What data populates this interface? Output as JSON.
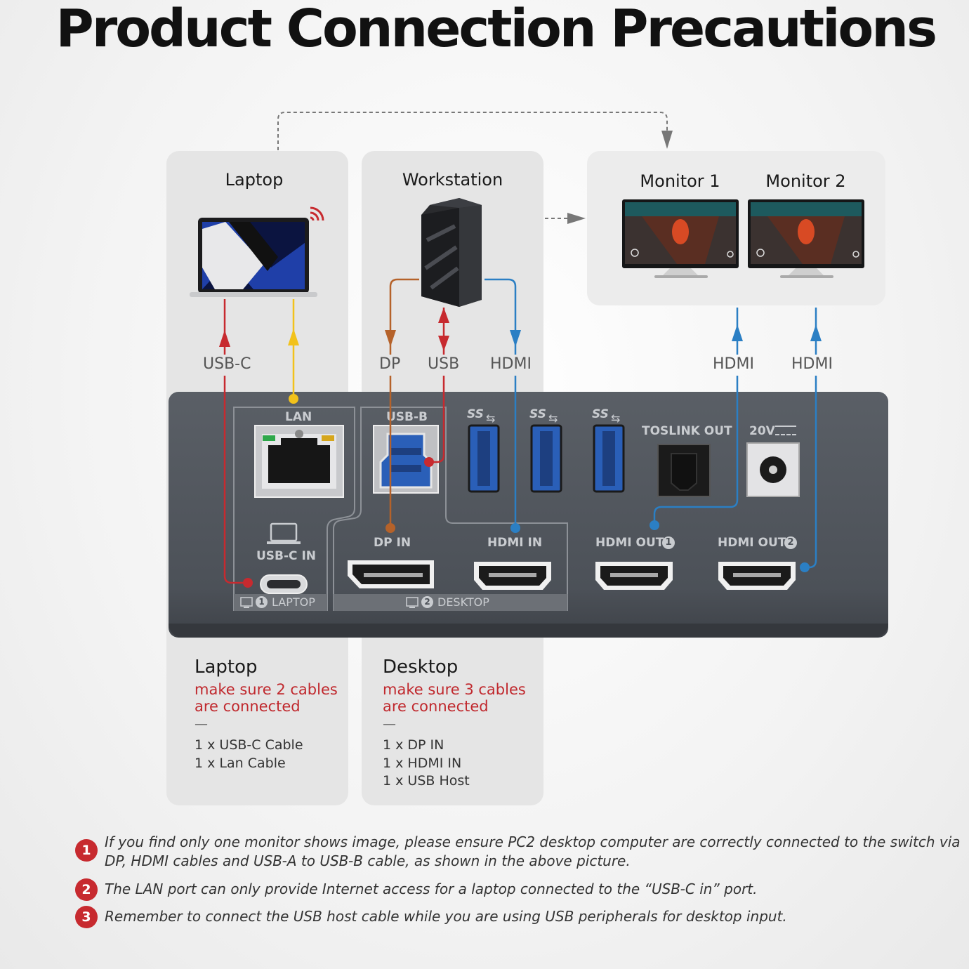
{
  "title": "Product Connection Precautions",
  "panels": {
    "laptop": "Laptop",
    "workstation": "Workstation",
    "monitor1": "Monitor 1",
    "monitor2": "Monitor 2"
  },
  "cables": {
    "usb_c": "USB-C",
    "dp": "DP",
    "usb": "USB",
    "hdmi_ws": "HDMI",
    "hdmi_m1": "HDMI",
    "hdmi_m2": "HDMI"
  },
  "ports": {
    "lan": "LAN",
    "usb_b": "USB-B",
    "ss1": "SS",
    "ss2": "SS",
    "ss3": "SS",
    "toslink": "TOSLINK OUT",
    "power": "20V",
    "usb_c_in": "USB-C IN",
    "dp_in": "DP IN",
    "hdmi_in": "HDMI IN",
    "hdmi_out1": "HDMI OUT",
    "hdmi_out1_num": "1",
    "hdmi_out2": "HDMI OUT",
    "hdmi_out2_num": "2",
    "laptop_section": "LAPTOP",
    "laptop_section_num": "1",
    "desktop_section": "DESKTOP",
    "desktop_section_num": "2"
  },
  "info": {
    "laptop": {
      "title": "Laptop",
      "note": "make sure 2 cables are connected",
      "dash": "—",
      "lines": [
        "1 x USB-C Cable",
        "1 x Lan Cable"
      ]
    },
    "desktop": {
      "title": "Desktop",
      "note": "make sure 3 cables are connected",
      "dash": "—",
      "lines": [
        "1 x DP IN",
        "1 x HDMI IN",
        "1 x USB Host"
      ]
    }
  },
  "notes": [
    {
      "num": "1",
      "text": "If you find only one monitor shows image, please ensure PC2 desktop computer are correctly connected to the switch via DP, HDMI cables and USB-A to USB-B cable, as shown in the above picture."
    },
    {
      "num": "2",
      "text": "The LAN port can only provide Internet access for a laptop connected to the “USB-C in” port."
    },
    {
      "num": "3",
      "text": "Remember to connect the USB host cable while you are using USB peripherals for desktop input."
    }
  ],
  "colors": {
    "red": "#c72a2f",
    "yellow": "#f2c21b",
    "brown": "#b5622a",
    "blue": "#2b7fc4",
    "usb_blue": "#2a5fb8"
  }
}
